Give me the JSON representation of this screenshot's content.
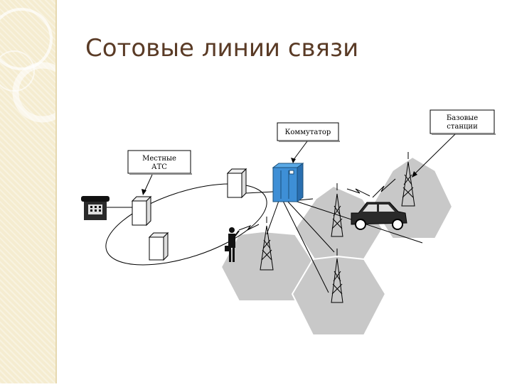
{
  "slide": {
    "title": "Сотовые линии связи"
  },
  "diagram": {
    "labels": {
      "switch_line1": "Коммутатор",
      "base_line1": "Базовые",
      "base_line2": "станции",
      "local_line1": "Местные",
      "local_line2": "АТС"
    }
  }
}
